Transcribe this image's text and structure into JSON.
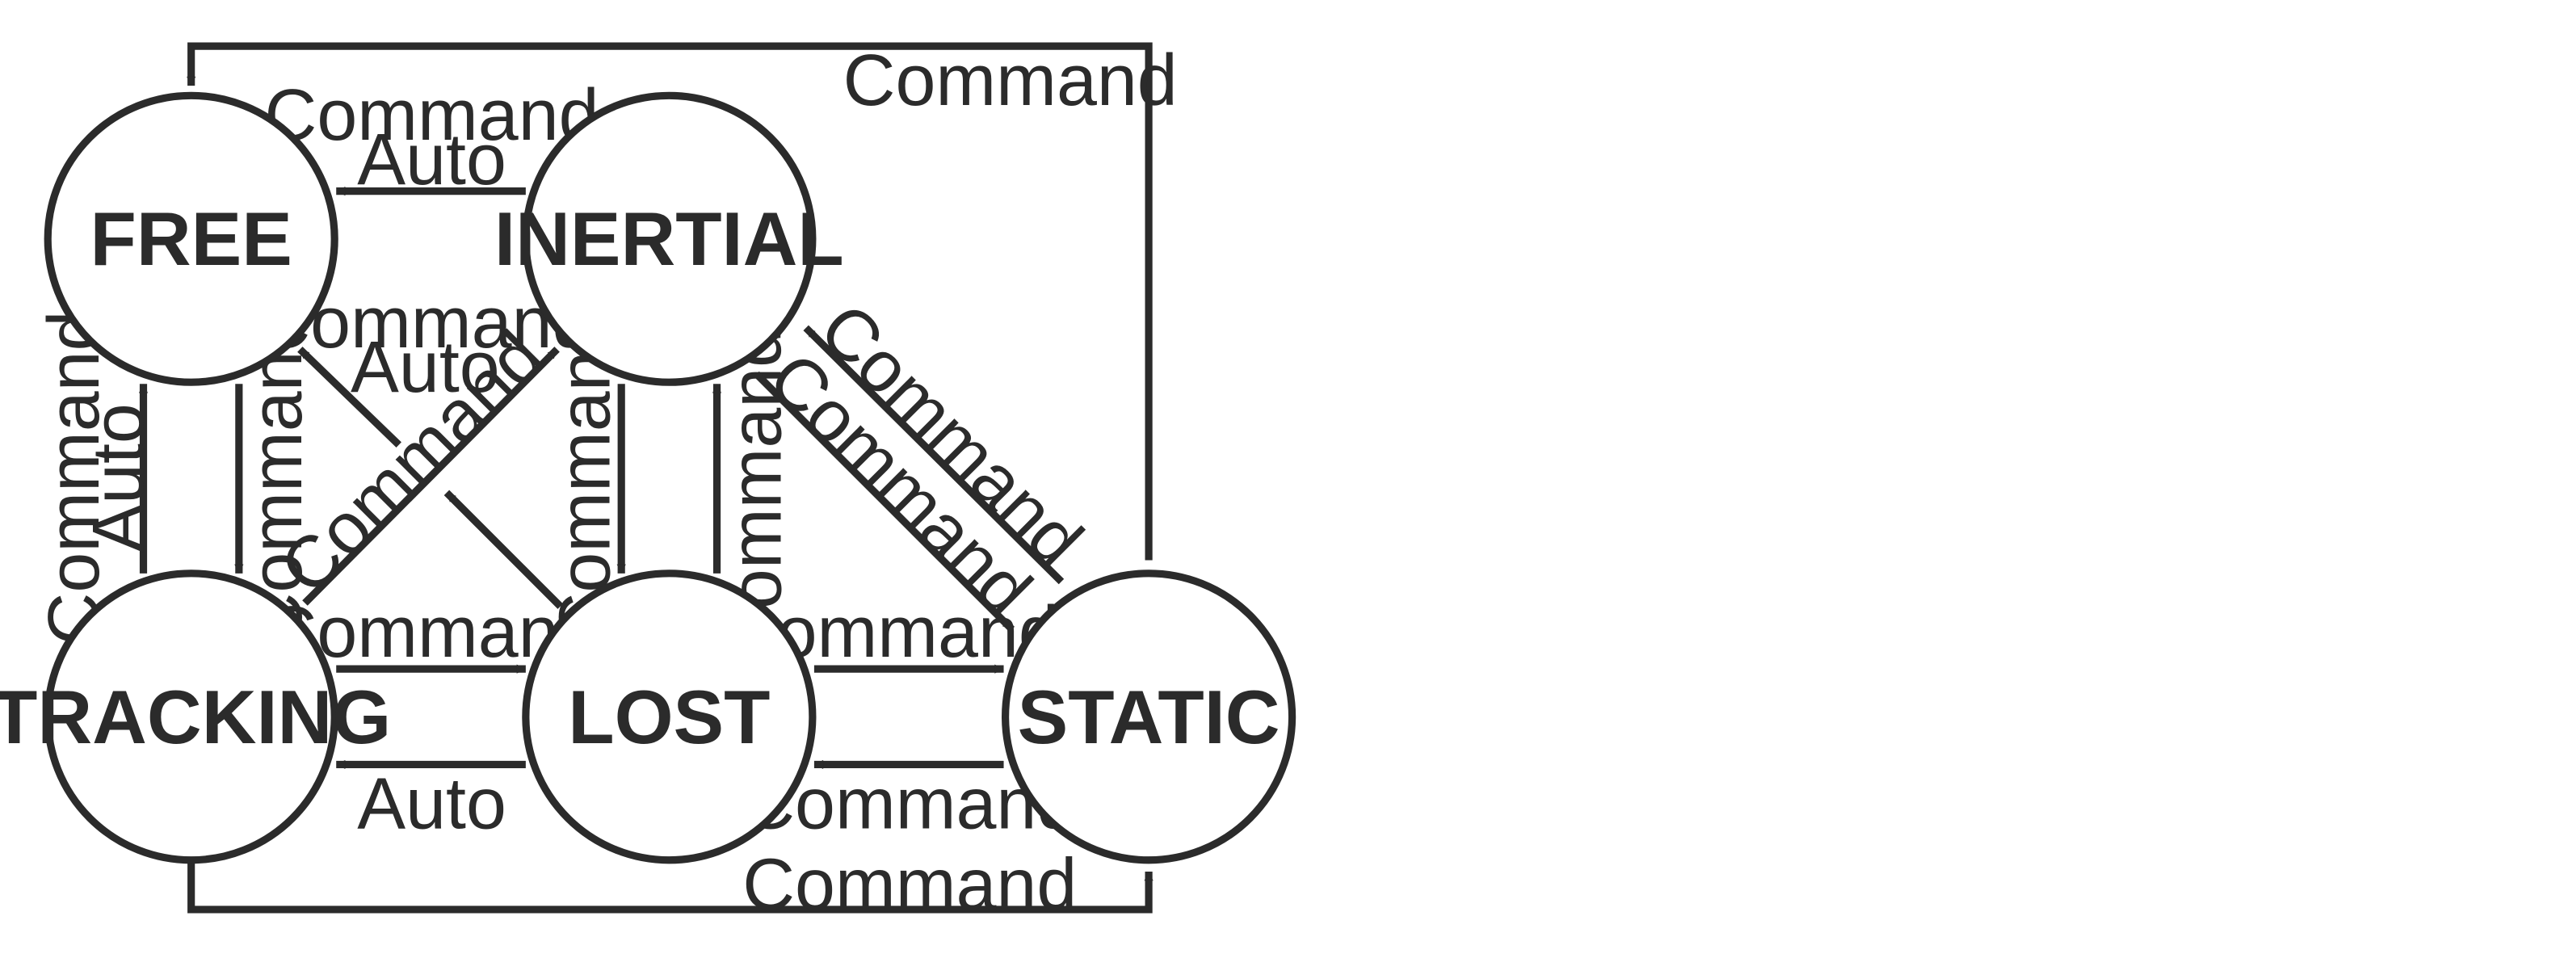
{
  "diagram": {
    "colors": {
      "ink": "#2b2b2b",
      "background": "#ffffff"
    },
    "states": {
      "free": "FREE",
      "inertial": "INERTIAL",
      "tracking": "TRACKING",
      "lost": "LOST",
      "static": "STATIC"
    },
    "transitions": {
      "static_to_free": "Command",
      "inertial_to_free_1": "Command",
      "inertial_to_free_2": "Auto",
      "lost_to_free_1": "Command",
      "lost_to_free_2": "Auto",
      "tracking_to_free_1": "Command",
      "tracking_to_free_2": "Auto",
      "free_to_tracking": "Command",
      "tracking_to_inertial": "Command",
      "inertial_to_lost": "Command",
      "lost_to_inertial": "Command",
      "inertial_to_static": "Command",
      "static_to_inertial": "Command",
      "tracking_to_lost": "Command",
      "lost_to_tracking": "Auto",
      "lost_to_static": "Command",
      "static_to_lost": "Command",
      "tracking_to_static": "Command"
    }
  }
}
